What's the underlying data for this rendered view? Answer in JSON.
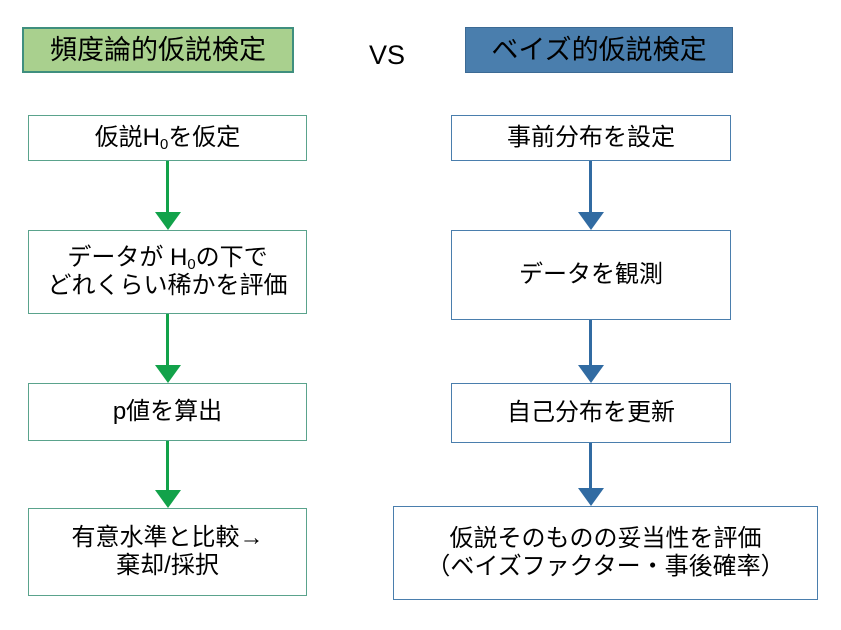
{
  "diagram": {
    "title_left": "頻度論的仮説検定",
    "title_right": "ベイズ的仮説検定",
    "versus": "VS",
    "colors": {
      "left_header_fill": "#a9d08e",
      "left_header_border": "#3f8f7e",
      "right_header_fill": "#4a7ead",
      "right_header_border": "#3c6a94",
      "left_box_border": "#5aa38c",
      "right_box_border": "#4a7ead",
      "left_arrow": "#12a24a",
      "right_arrow": "#316ba2",
      "box_fill": "#ffffff",
      "text": "#000000",
      "background": "#ffffff"
    },
    "left_column": {
      "steps": [
        {
          "id": "l1",
          "text_prefix": "仮説H",
          "subscript": "0",
          "text_suffix": "を仮定",
          "full_text": "仮説H0を仮定"
        },
        {
          "id": "l2",
          "line1_prefix": "データが H",
          "subscript": "0",
          "line1_suffix": "の下で",
          "line2": "どれくらい稀かを評価",
          "full_text": "データがH0の下で\nどれくらい稀かを評価"
        },
        {
          "id": "l3",
          "full_text": "p値を算出"
        },
        {
          "id": "l4",
          "full_text": "有意水準と比較→\n棄却/採択"
        }
      ],
      "arrows": [
        "down-arrow-green-1",
        "down-arrow-green-2",
        "down-arrow-green-3"
      ]
    },
    "right_column": {
      "steps": [
        {
          "id": "r1",
          "full_text": "事前分布を設定"
        },
        {
          "id": "r2",
          "full_text": "データを観測"
        },
        {
          "id": "r3",
          "full_text": "自己分布を更新"
        },
        {
          "id": "r4",
          "full_text": "仮説そのものの妥当性を評価\n（ベイズファクター・事後確率）"
        }
      ],
      "arrows": [
        "down-arrow-blue-1",
        "down-arrow-blue-2",
        "down-arrow-blue-3"
      ]
    }
  }
}
